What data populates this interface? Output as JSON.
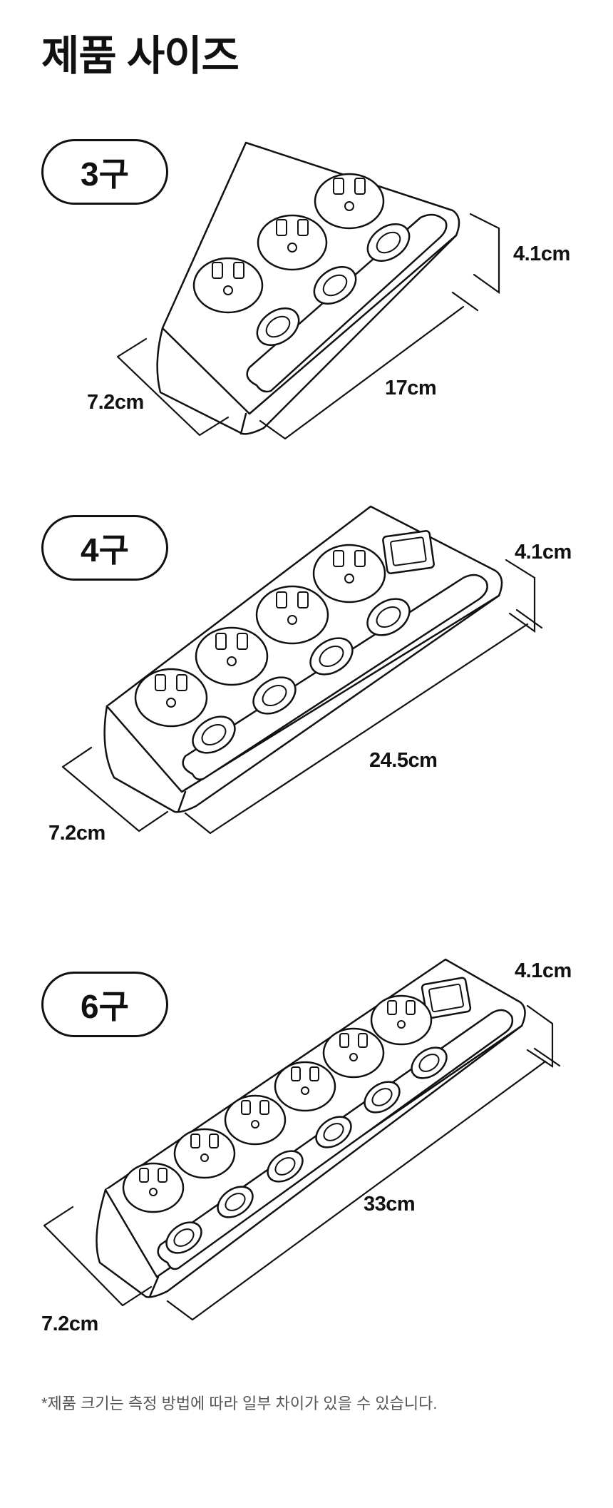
{
  "page": {
    "title": "제품 사이즈"
  },
  "variants": [
    {
      "label": "3구",
      "depth": "7.2cm",
      "length": "17cm",
      "height": "4.1cm",
      "outlets": 3
    },
    {
      "label": "4구",
      "depth": "7.2cm",
      "length": "24.5cm",
      "height": "4.1cm",
      "outlets": 4
    },
    {
      "label": "6구",
      "depth": "7.2cm",
      "length": "33cm",
      "height": "4.1cm",
      "outlets": 6
    }
  ],
  "footnote": "*제품 크기는 측정 방법에 따라 일부 차이가 있을 수 있습니다."
}
